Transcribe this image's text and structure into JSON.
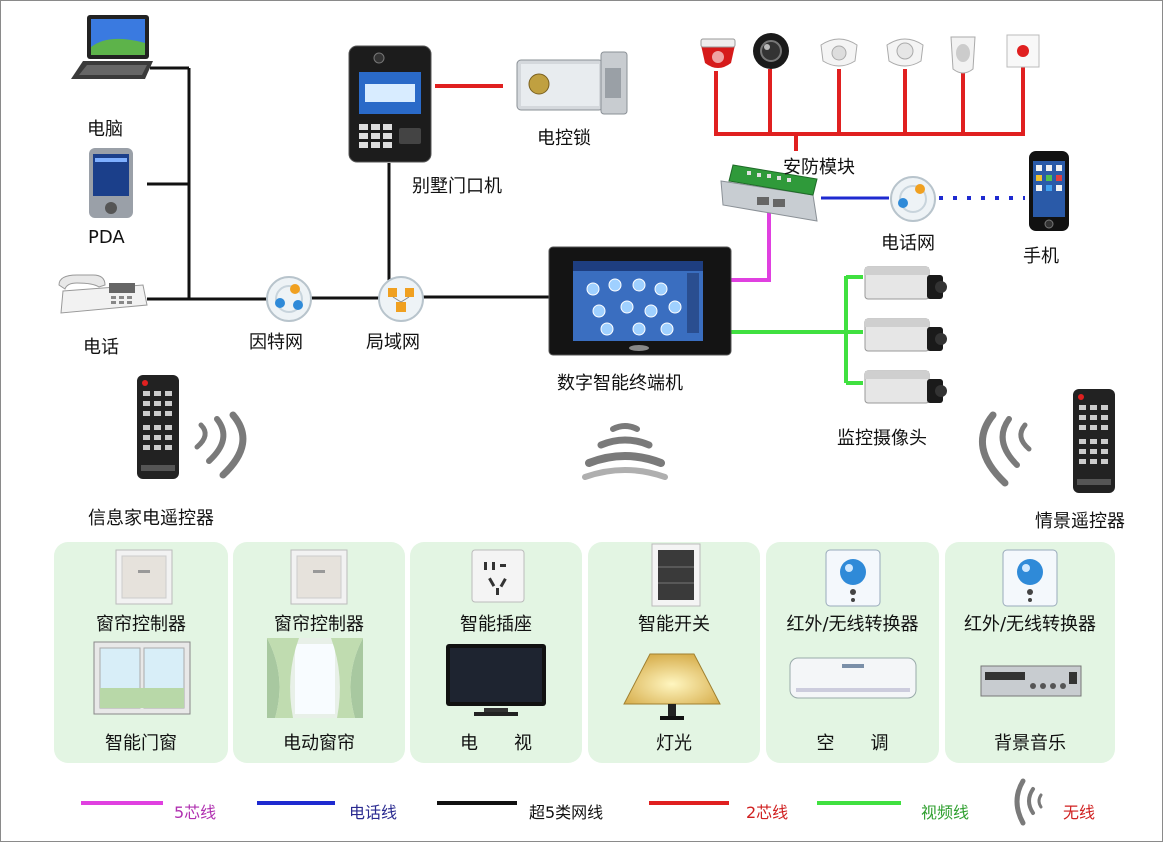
{
  "labels": {
    "computer": "电脑",
    "pda": "PDA",
    "phone": "电话",
    "internet": "因特网",
    "lan": "局域网",
    "door_station": "别墅门口机",
    "electric_lock": "电控锁",
    "security_module": "安防模块",
    "phone_network": "电话网",
    "mobile": "手机",
    "terminal": "数字智能终端机",
    "cameras": "监控摄像头",
    "info_remote": "信息家电遥控器",
    "scene_remote": "情景遥控器"
  },
  "panels": [
    {
      "top_label": "窗帘控制器",
      "bottom_label": "智能门窗"
    },
    {
      "top_label": "窗帘控制器",
      "bottom_label": "电动窗帘"
    },
    {
      "top_label": "智能插座",
      "bottom_label": "电　　视"
    },
    {
      "top_label": "智能开关",
      "bottom_label": "灯光"
    },
    {
      "top_label": "红外/无线转换器",
      "bottom_label": "空　　调"
    },
    {
      "top_label": "红外/无线转换器",
      "bottom_label": "背景音乐"
    }
  ],
  "legend": [
    {
      "label": "5芯线",
      "color": "#e040e0"
    },
    {
      "label": "电话线",
      "color": "#1e2ad0"
    },
    {
      "label": "超5类网线",
      "color": "#111111"
    },
    {
      "label": "2芯线",
      "color": "#e02020"
    },
    {
      "label": "视频线",
      "color": "#40e040"
    },
    {
      "label": "无线",
      "color": "#e02020"
    }
  ],
  "colors": {
    "five_core": "#e040e0",
    "phone_line": "#1e2ad0",
    "cat5": "#111111",
    "two_core": "#e02020",
    "video": "#40e040",
    "panel_bg": "#e3f5e3"
  }
}
